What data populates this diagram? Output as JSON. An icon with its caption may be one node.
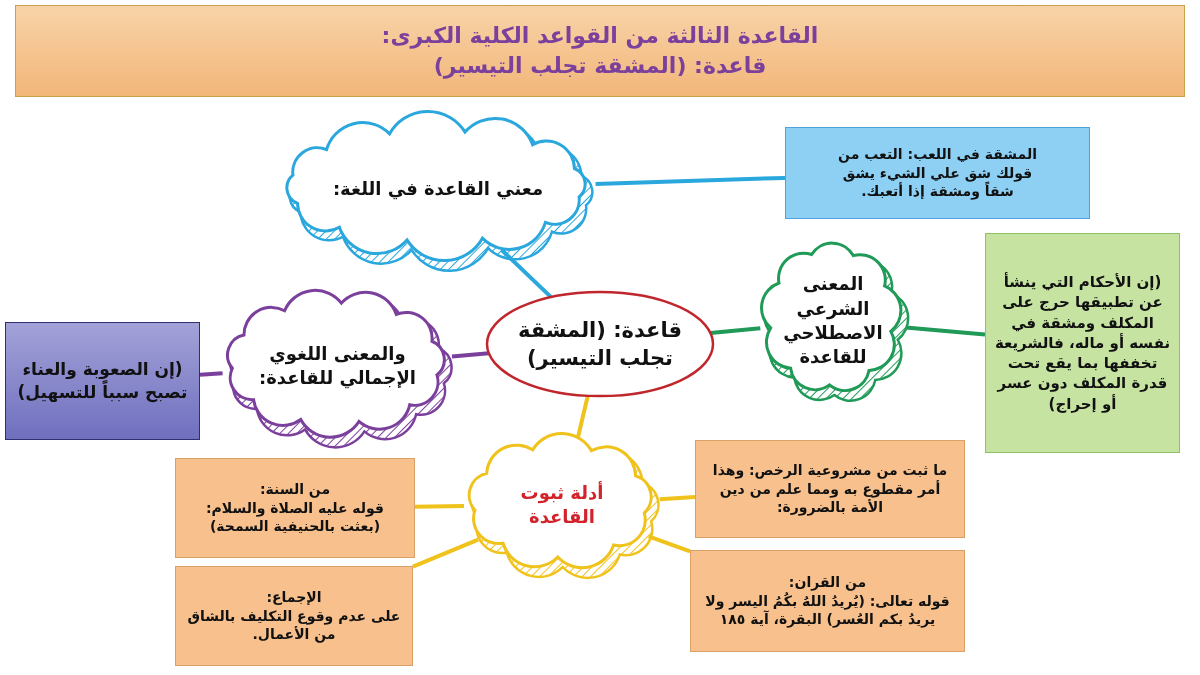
{
  "diagram": {
    "nodes": [
      {
        "text": [
          "القاعدة الثالثة من القواعد الكلية الكبرى:",
          "قاعدة: (المشقة تجلب التيسير)"
        ]
      },
      {
        "text": [
          "معني القاعدة في اللغة:"
        ]
      },
      {
        "text": [
          "المشقة في اللعب: التعب من قولك شق علي الشيء يشق شقاً ومشقة إذا أتعبك."
        ]
      },
      {
        "text": [
          "قاعدة: (المشقة تجلب التيسير)"
        ]
      },
      {
        "text": [
          "المعنى الشرعي الاصطلاحي للقاعدة"
        ]
      },
      {
        "text": [
          "(إن الأحكام التي ينشأ عن تطبيقها حرج على المكلف ومشقة في نفسه أو ماله، فالشريعة تخففها بما يقع تحت قدرة المكلف دون عسر أو إحراج)"
        ]
      },
      {
        "text": [
          "والمعنى اللغوي الإجمالي للقاعدة:"
        ]
      },
      {
        "text": [
          "(إن الصعوبة والعناء تصبح سبباً للتسهيل)"
        ]
      },
      {
        "text": [
          "أدلة ثبوت القاعدة"
        ]
      },
      {
        "text": [
          "من السنة:",
          "قوله عليه الصلاة والسلام: (بعثت بالحنيفية السمحة)"
        ]
      },
      {
        "text": [
          "ما ثبت من مشروعية الرخص: وهذا أمر مقطوع به ومما علم من دين الأمة بالضرورة:"
        ]
      },
      {
        "text": [
          "الإجماع:",
          "على عدم وقوع التكليف بالشاق من الأعمال."
        ]
      },
      {
        "text": [
          "من القران:",
          "قوله تعالى: (يُريدُ اللهُ بكُمُ اليسر ولا يريدُ بكم العُسر) البقرة، آية ١٨٥"
        ]
      }
    ],
    "edges": [
      {
        "from": 3,
        "to": 1,
        "arrow": "none",
        "color": "#2aa7dc"
      },
      {
        "from": 1,
        "to": 2,
        "arrow": "none",
        "color": "#2aa7dc"
      },
      {
        "from": 3,
        "to": 4,
        "arrow": "none",
        "color": "#1f9a57"
      },
      {
        "from": 4,
        "to": 5,
        "arrow": "none",
        "color": "#1f9a57"
      },
      {
        "from": 3,
        "to": 6,
        "arrow": "none",
        "color": "#7b3f9c"
      },
      {
        "from": 6,
        "to": 7,
        "arrow": "none",
        "color": "#7b3f9c"
      },
      {
        "from": 3,
        "to": 8,
        "arrow": "none",
        "color": "#f0c21c"
      },
      {
        "from": 8,
        "to": 9,
        "arrow": "none",
        "color": "#f0c21c"
      },
      {
        "from": 8,
        "to": 10,
        "arrow": "none",
        "color": "#f0c21c"
      },
      {
        "from": 8,
        "to": 11,
        "arrow": "none",
        "color": "#f0c21c"
      },
      {
        "from": 8,
        "to": 12,
        "arrow": "none",
        "color": "#f0c21c"
      }
    ]
  }
}
